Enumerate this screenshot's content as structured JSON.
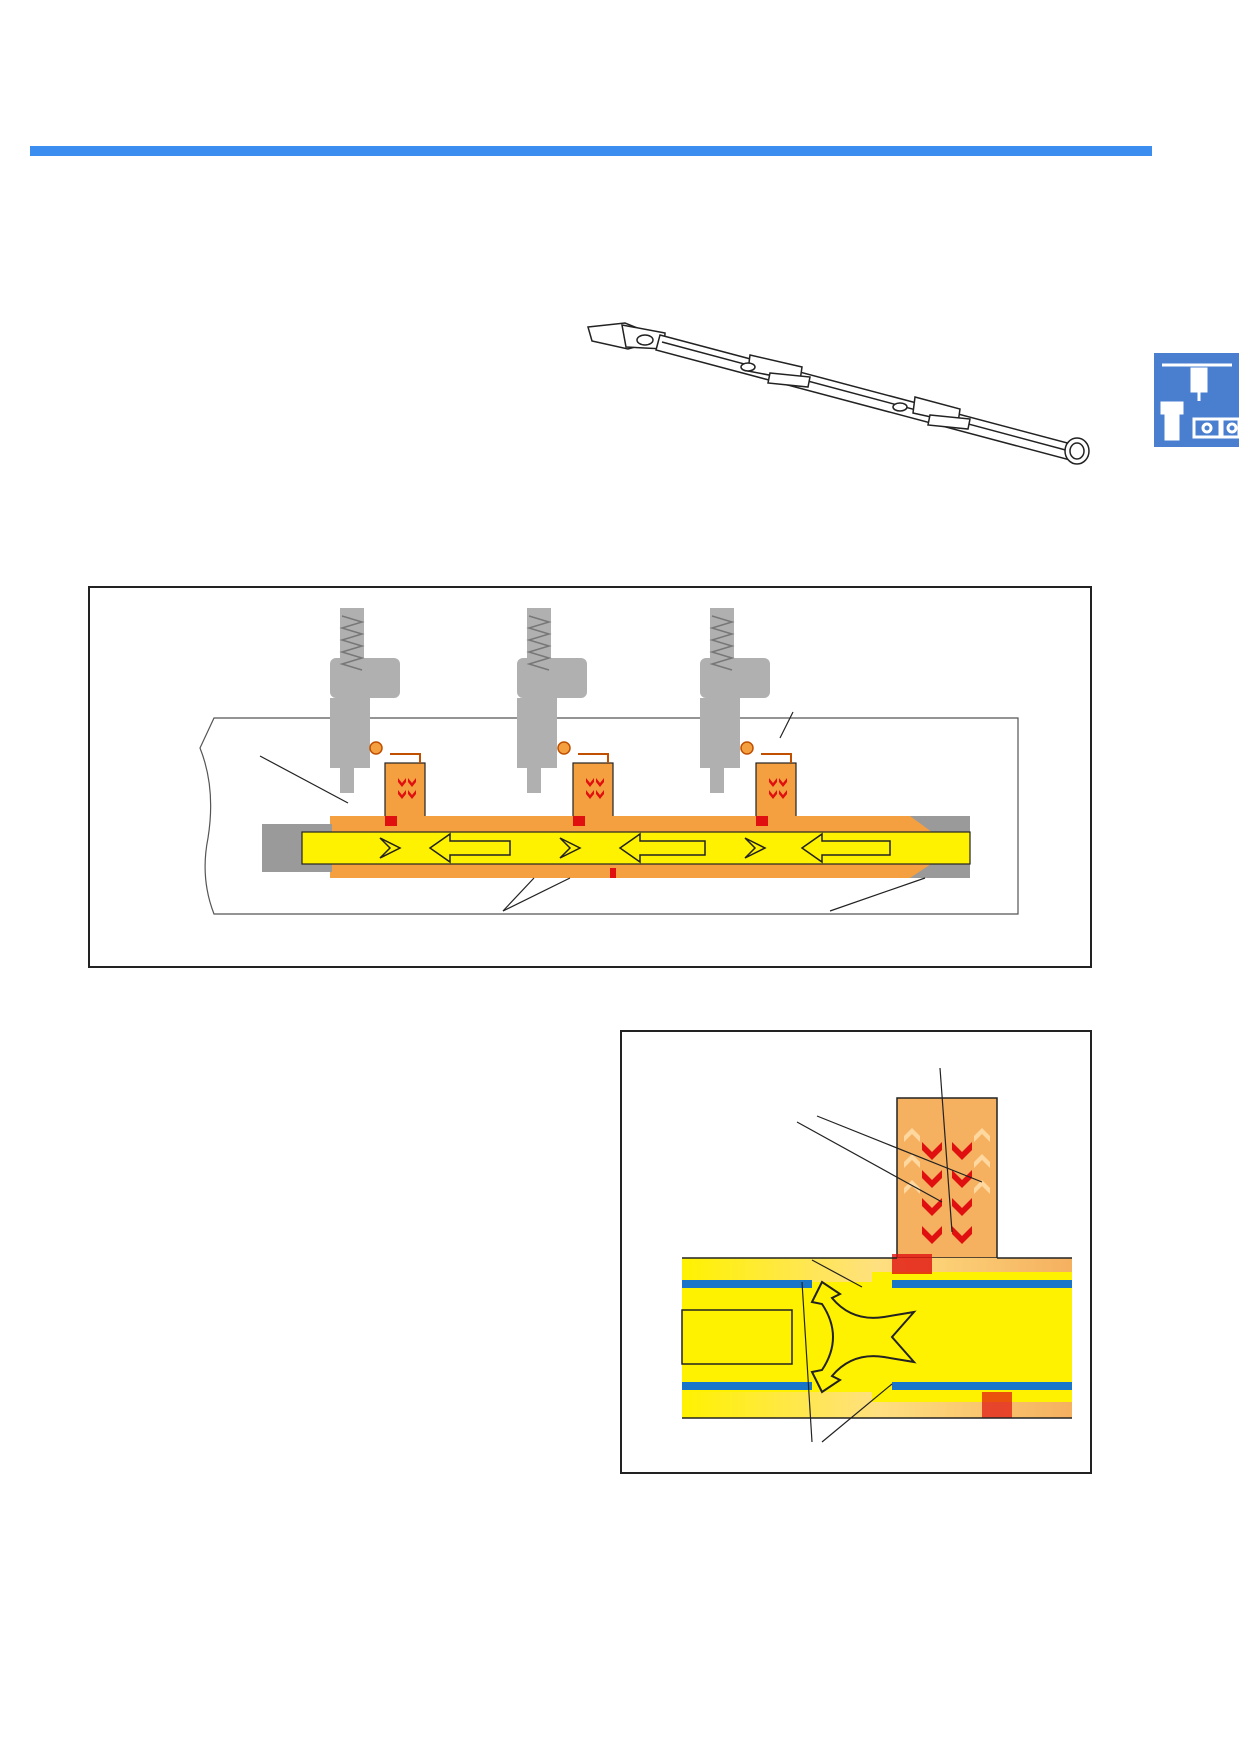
{
  "colors": {
    "header_bar": "#3b8ef0",
    "tab_badge": "#4a7fd0",
    "fuel_yellow": "#fff200",
    "heat_orange": "#f5a040",
    "hot_red": "#e01010",
    "seal_blue": "#1a75c8",
    "injector_grey": "#b0b0b0",
    "rail_grey": "#9a9a9a"
  },
  "icons": {
    "tab_badge": "engine-icon",
    "rail_part": "fuel-rail-drawing",
    "flow": "flow-arrow-icon",
    "heat": "chevron-down-icon"
  },
  "diagram_main": {
    "injector_count": 3
  },
  "diagram_detail": {
    "chevron_rows": 4
  }
}
